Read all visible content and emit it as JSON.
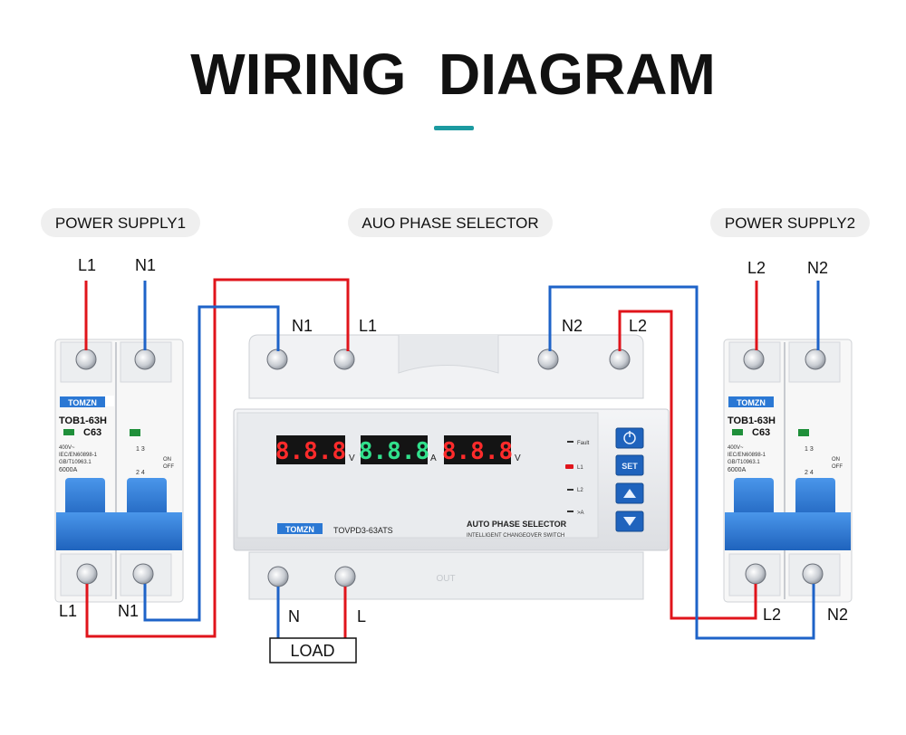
{
  "title": "WIRING  DIAGRAM",
  "pills": {
    "supply1": "POWER SUPPLY1",
    "selector": "AUO PHASE SELECTOR",
    "supply2": "POWER SUPPLY2"
  },
  "wire_labels": {
    "top_left_l1": "L1",
    "top_left_n1": "N1",
    "dev_n1": "N1",
    "dev_l1": "L1",
    "dev_n2": "N2",
    "dev_l2": "L2",
    "top_right_l2": "L2",
    "top_right_n2": "N2",
    "bottom_left_l1": "L1",
    "bottom_left_n1": "N1",
    "out_n": "N",
    "out_l": "L",
    "bottom_right_l2": "L2",
    "bottom_right_n2": "N2"
  },
  "load_label": "LOAD",
  "breaker": {
    "brand": "TOMZN",
    "model": "TOB1-63H",
    "rating": "C63",
    "spec_lines": [
      "400V~",
      "IEC/EN60898-1",
      "GB/T10963.1",
      "6000A"
    ],
    "on": "ON",
    "off": "OFF",
    "poles": "1 3",
    "poles_bottom": "2 4"
  },
  "device": {
    "brand": "TOMZN",
    "model": "TOVPD3-63ATS",
    "name": "AUTO PHASE SELECTOR",
    "subtitle": "INTELLIGENT CHANGEOVER SWITCH",
    "display_voltage1": "8.8.8",
    "display_current": "8.8.8",
    "display_voltage2": "8.8.8",
    "unit_v1": "V",
    "unit_a": "A",
    "unit_v2": "V",
    "indicators": [
      "Fault",
      "L1",
      "L2",
      ">A"
    ],
    "buttons": [
      "power",
      "SET",
      "up",
      "down"
    ],
    "out_mark": "OUT"
  },
  "colors": {
    "live": "#e0141b",
    "neutral": "#1e63c8",
    "accent": "#1c9aa0",
    "display_red": "#ff2b2b",
    "display_green": "#31e08c",
    "breaker_blue": "#2b78d4"
  }
}
